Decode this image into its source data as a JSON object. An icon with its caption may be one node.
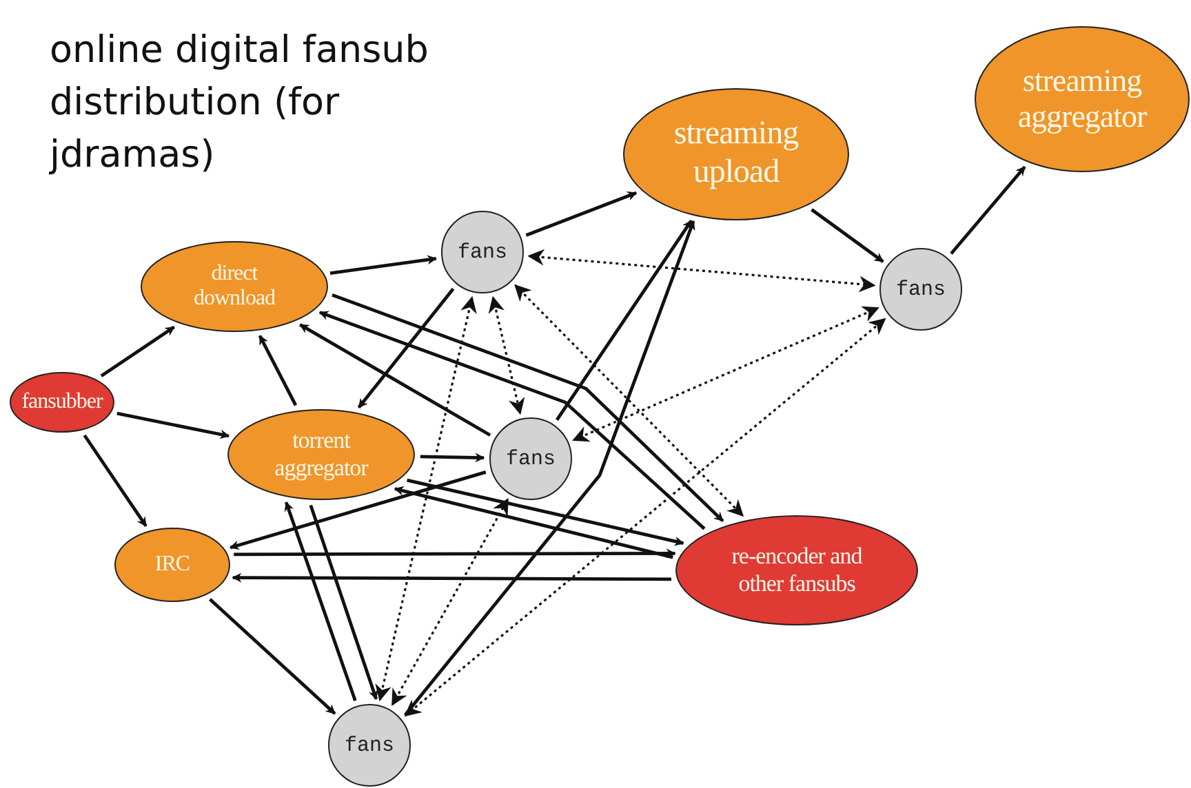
{
  "diagram": {
    "title": "online digital fansub distribution (for jdramas)",
    "nodes": [
      {
        "text": [
          "fansubber"
        ]
      },
      {
        "text": [
          "direct download"
        ]
      },
      {
        "text": [
          "torrent aggregator"
        ]
      },
      {
        "text": [
          "IRC"
        ]
      },
      {
        "text": [
          "streaming upload"
        ]
      },
      {
        "text": [
          "streaming aggregator"
        ]
      },
      {
        "text": [
          "fans"
        ]
      },
      {
        "text": [
          "fans"
        ]
      },
      {
        "text": [
          "fans"
        ]
      },
      {
        "text": [
          "fans"
        ]
      },
      {
        "text": [
          "re-encoder and other fansubs"
        ]
      }
    ],
    "edges": [
      {
        "from": 0,
        "to": 1,
        "arrow": "to"
      },
      {
        "from": 0,
        "to": 2,
        "arrow": "to"
      },
      {
        "from": 0,
        "to": 3,
        "arrow": "to"
      },
      {
        "from": 1,
        "to": 6,
        "arrow": "to"
      },
      {
        "from": 6,
        "to": 2,
        "arrow": "to"
      },
      {
        "from": 2,
        "to": 1,
        "arrow": "to"
      },
      {
        "from": 6,
        "to": 4,
        "arrow": "to"
      },
      {
        "from": 4,
        "to": 8,
        "arrow": "to"
      },
      {
        "from": 8,
        "to": 5,
        "arrow": "to"
      },
      {
        "from": 6,
        "to": 8,
        "arrow": "both",
        "style": "dashed"
      },
      {
        "from": 7,
        "to": 4,
        "arrow": "to"
      },
      {
        "from": 9,
        "to": 4,
        "arrow": "to"
      },
      {
        "from": 6,
        "to": 7,
        "arrow": "both",
        "style": "dashed"
      },
      {
        "from": 1,
        "to": 10,
        "arrow": "to"
      },
      {
        "from": 10,
        "to": 1,
        "arrow": "to"
      },
      {
        "from": 7,
        "to": 1,
        "arrow": "to"
      },
      {
        "from": 6,
        "to": 10,
        "arrow": "both",
        "style": "dashed"
      },
      {
        "from": 7,
        "to": 8,
        "arrow": "both",
        "style": "dashed"
      },
      {
        "from": 9,
        "to": 8,
        "arrow": "both",
        "style": "dashed"
      },
      {
        "from": 9,
        "to": 6,
        "arrow": "both",
        "style": "dashed"
      },
      {
        "from": 9,
        "to": 7,
        "arrow": "both",
        "style": "dashed"
      },
      {
        "from": 2,
        "to": 7,
        "arrow": "to"
      },
      {
        "from": 7,
        "to": 3,
        "arrow": "to"
      },
      {
        "from": 2,
        "to": 10,
        "arrow": "to"
      },
      {
        "from": 10,
        "to": 2,
        "arrow": "to"
      },
      {
        "from": 3,
        "to": 10,
        "arrow": "to"
      },
      {
        "from": 10,
        "to": 3,
        "arrow": "to"
      },
      {
        "from": 3,
        "to": 9,
        "arrow": "to"
      },
      {
        "from": 9,
        "to": 2,
        "arrow": "to"
      },
      {
        "from": 2,
        "to": 9,
        "arrow": "to"
      }
    ]
  }
}
